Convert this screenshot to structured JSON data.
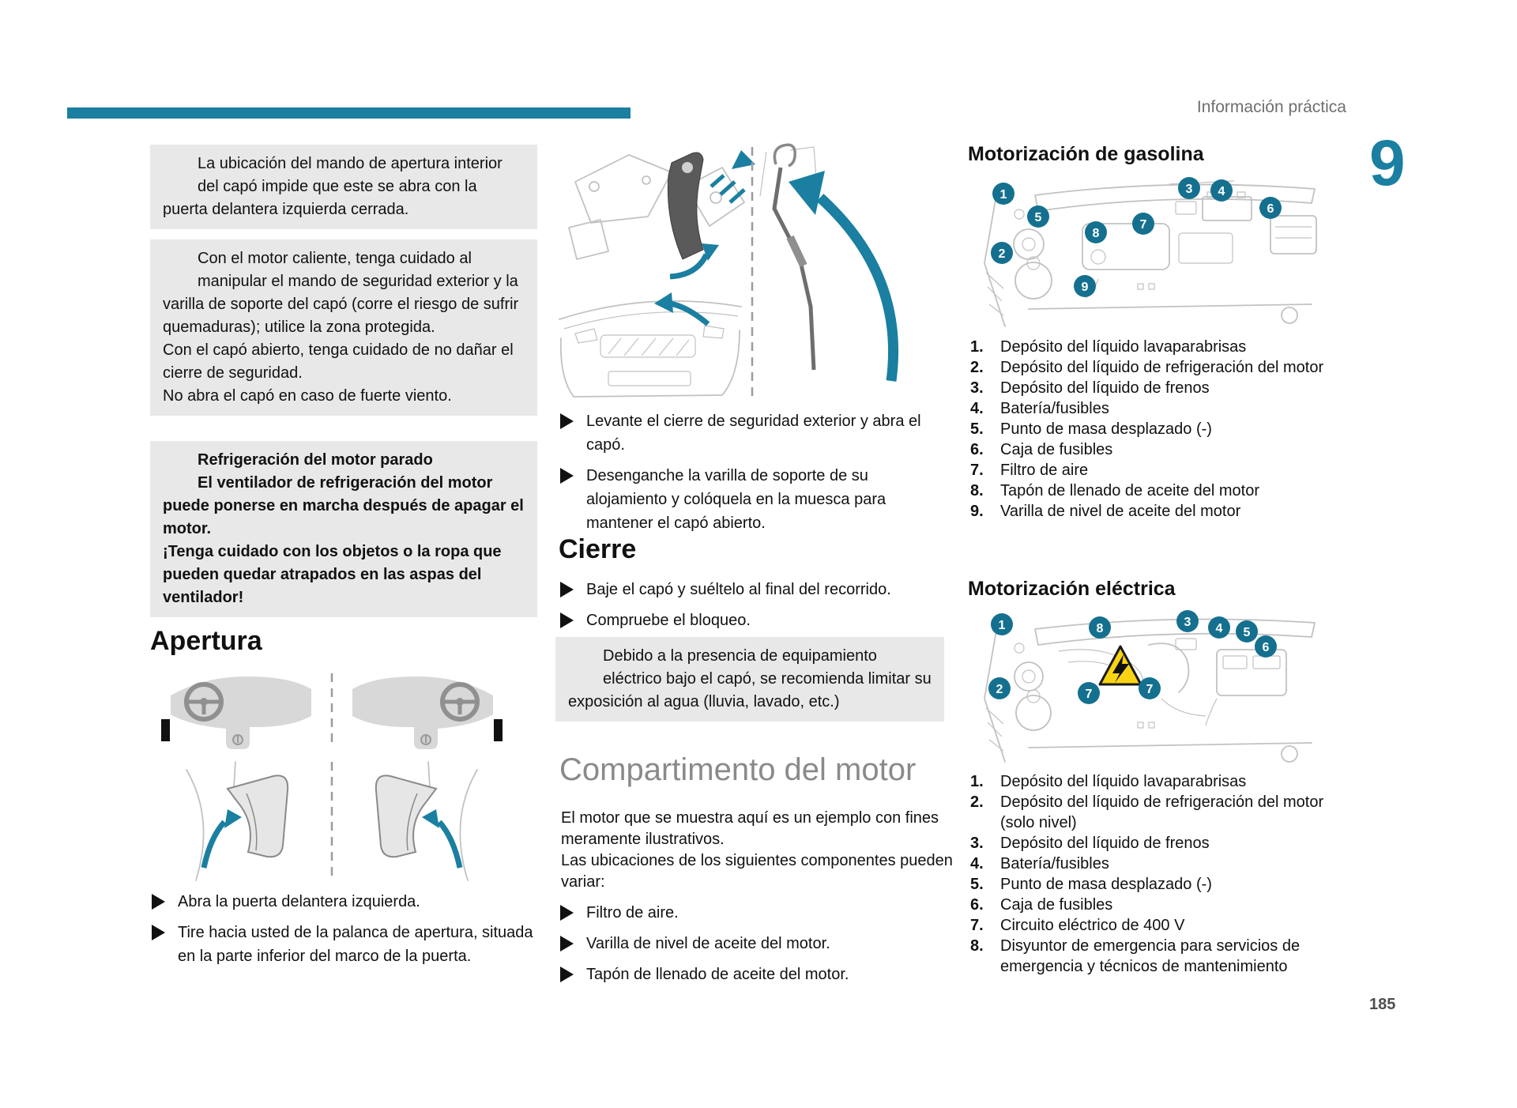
{
  "colors": {
    "accent": "#1a7fa0",
    "callout": "#15708f",
    "info-blue": "#1e8cc8",
    "warning-red": "#e01a3e",
    "box-gray": "#e8e8e8",
    "heading-gray": "#8a8a8a",
    "hazard": "#f8d414"
  },
  "header": {
    "section_label": "Información práctica",
    "chapter_number": "9",
    "page_number": "185"
  },
  "left": {
    "info_box": {
      "text": "La ubicación del mando de apertura interior del capó impide que este se abra con la puerta delantera izquierda cerrada."
    },
    "warning_hot": {
      "p1": "Con el motor caliente, tenga cuidado al manipular el mando de seguridad exterior y la varilla de soporte del capó (corre el riesgo de sufrir quemaduras); utilice la zona protegida.",
      "p2": "Con el capó abierto, tenga cuidado de no dañar el cierre de seguridad.",
      "p3": "No abra el capó en caso de fuerte viento."
    },
    "warning_fan": {
      "title": "Refrigeración del motor parado",
      "p1": "El ventilador de refrigeración del motor puede ponerse en marcha después de apagar el motor.",
      "p2": "¡Tenga cuidado con los objetos o la ropa que pueden quedar atrapados en las aspas del ventilador!"
    },
    "apertura_heading": "Apertura",
    "bullets": [
      "Abra la puerta delantera izquierda.",
      "Tire hacia usted de la palanca de apertura, situada en la parte inferior del marco de la puerta."
    ]
  },
  "middle": {
    "bullets_open": [
      "Levante el cierre de seguridad exterior y abra el capó.",
      "Desenganche la varilla de soporte de su alojamiento y colóquela en la muesca para mantener el capó abierto."
    ],
    "cierre_heading": "Cierre",
    "bullets_close": [
      "Baje el capó y suéltelo al final del recorrido.",
      "Compruebe el bloqueo."
    ],
    "warning_box": {
      "text": "Debido a la presencia de equipamiento eléctrico bajo el capó, se recomienda limitar su exposición al agua (lluvia, lavado, etc.)"
    },
    "engine_heading": "Compartimento del motor",
    "engine_intro_p1": "El motor que se muestra aquí es un ejemplo con fines meramente ilustrativos.",
    "engine_intro_p2": "Las ubicaciones de los siguientes componentes pueden variar:",
    "bullets_engine": [
      "Filtro de aire.",
      "Varilla de nivel de aceite del motor.",
      "Tapón de llenado de aceite del motor."
    ]
  },
  "right": {
    "gasoline": {
      "heading": "Motorización de gasolina",
      "item_numbers": [
        "1.",
        "2.",
        "3.",
        "4.",
        "5.",
        "6.",
        "7.",
        "8.",
        "9."
      ],
      "items": [
        "Depósito del líquido lavaparabrisas",
        "Depósito del líquido de refrigeración del motor",
        "Depósito del líquido de frenos",
        "Batería/fusibles",
        "Punto de masa desplazado (-)",
        "Caja de fusibles",
        "Filtro de aire",
        "Tapón de llenado de aceite del motor",
        "Varilla de nivel de aceite del motor"
      ],
      "callouts": [
        "1",
        "5",
        "2",
        "8",
        "7",
        "3",
        "4",
        "6",
        "9"
      ]
    },
    "electric": {
      "heading": "Motorización eléctrica",
      "item_numbers": [
        "1.",
        "2.",
        "3.",
        "4.",
        "5.",
        "6.",
        "7.",
        "8."
      ],
      "items": [
        "Depósito del líquido lavaparabrisas",
        "Depósito del líquido de refrigeración del motor (solo nivel)",
        "Depósito del líquido de frenos",
        "Batería/fusibles",
        "Punto de masa desplazado (-)",
        "Caja de fusibles",
        "Circuito eléctrico de 400 V",
        "Disyuntor de emergencia para servicios de emergencia y técnicos de mantenimiento"
      ],
      "callouts": [
        "1",
        "8",
        "2",
        "7",
        "7",
        "3",
        "4",
        "5",
        "6"
      ]
    }
  }
}
